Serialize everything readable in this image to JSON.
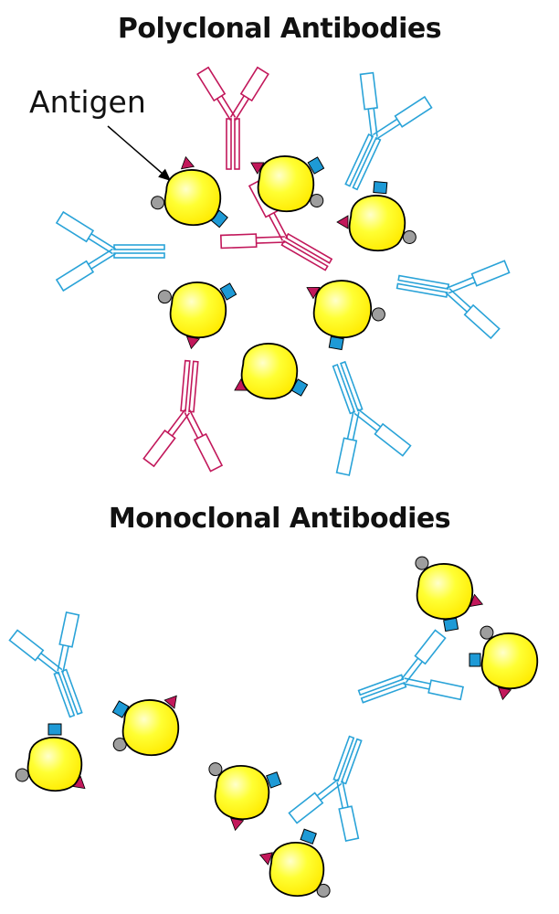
{
  "titles": {
    "polyclonal": "Polyclonal Antibodies",
    "monoclonal": "Monoclonal Antibodies"
  },
  "labels": {
    "antigen": "Antigen"
  },
  "colors": {
    "antigen_fill": "#ffff33",
    "antigen_highlight": "#ffffcc",
    "antigen_outline": "#000000",
    "antibody_blue": "#2aa3d8",
    "antibody_magenta": "#c2185b",
    "epitope_blue": "#1e9ad6",
    "epitope_magenta": "#c2185b",
    "epitope_gray": "#9e9e9e"
  }
}
